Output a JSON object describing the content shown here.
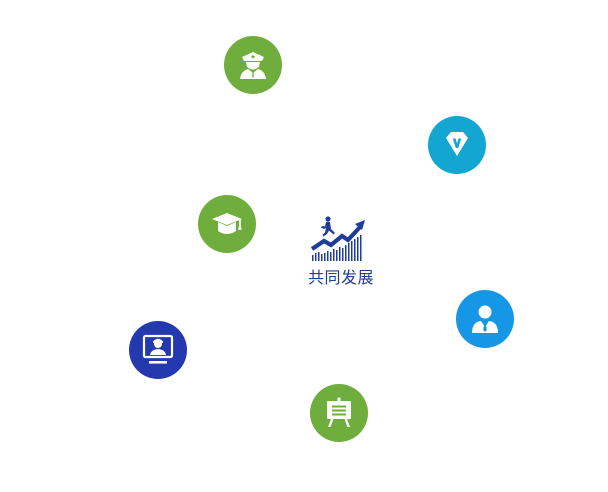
{
  "center": {
    "label": "共同发展",
    "icon": "growth-chart-runner-icon",
    "color": "#1f3c9a"
  },
  "nodes": [
    {
      "id": "police",
      "icon": "police-officer-icon",
      "color": "#6fae3c"
    },
    {
      "id": "vip",
      "icon": "vip-diamond-icon",
      "color": "#13a6d2"
    },
    {
      "id": "grad",
      "icon": "graduation-cap-icon",
      "color": "#6fae3c"
    },
    {
      "id": "staff",
      "icon": "business-person-icon",
      "color": "#1697e5"
    },
    {
      "id": "online",
      "icon": "online-teacher-icon",
      "color": "#2438b0"
    },
    {
      "id": "lecture",
      "icon": "presentation-board-icon",
      "color": "#6fae3c"
    }
  ]
}
